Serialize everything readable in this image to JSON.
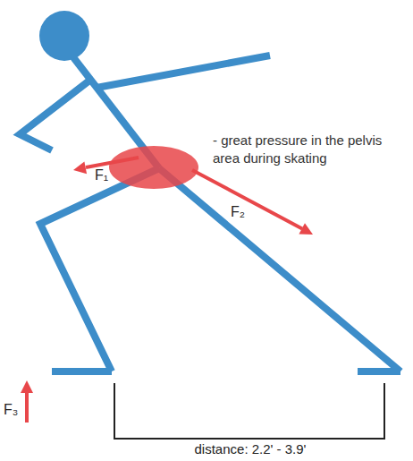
{
  "diagram": {
    "labels": [
      "- great pressure in the pelvis area during skating",
      "F₁",
      "F₂",
      "F₃",
      "distance: 2.2' - 3.9'"
    ]
  }
}
